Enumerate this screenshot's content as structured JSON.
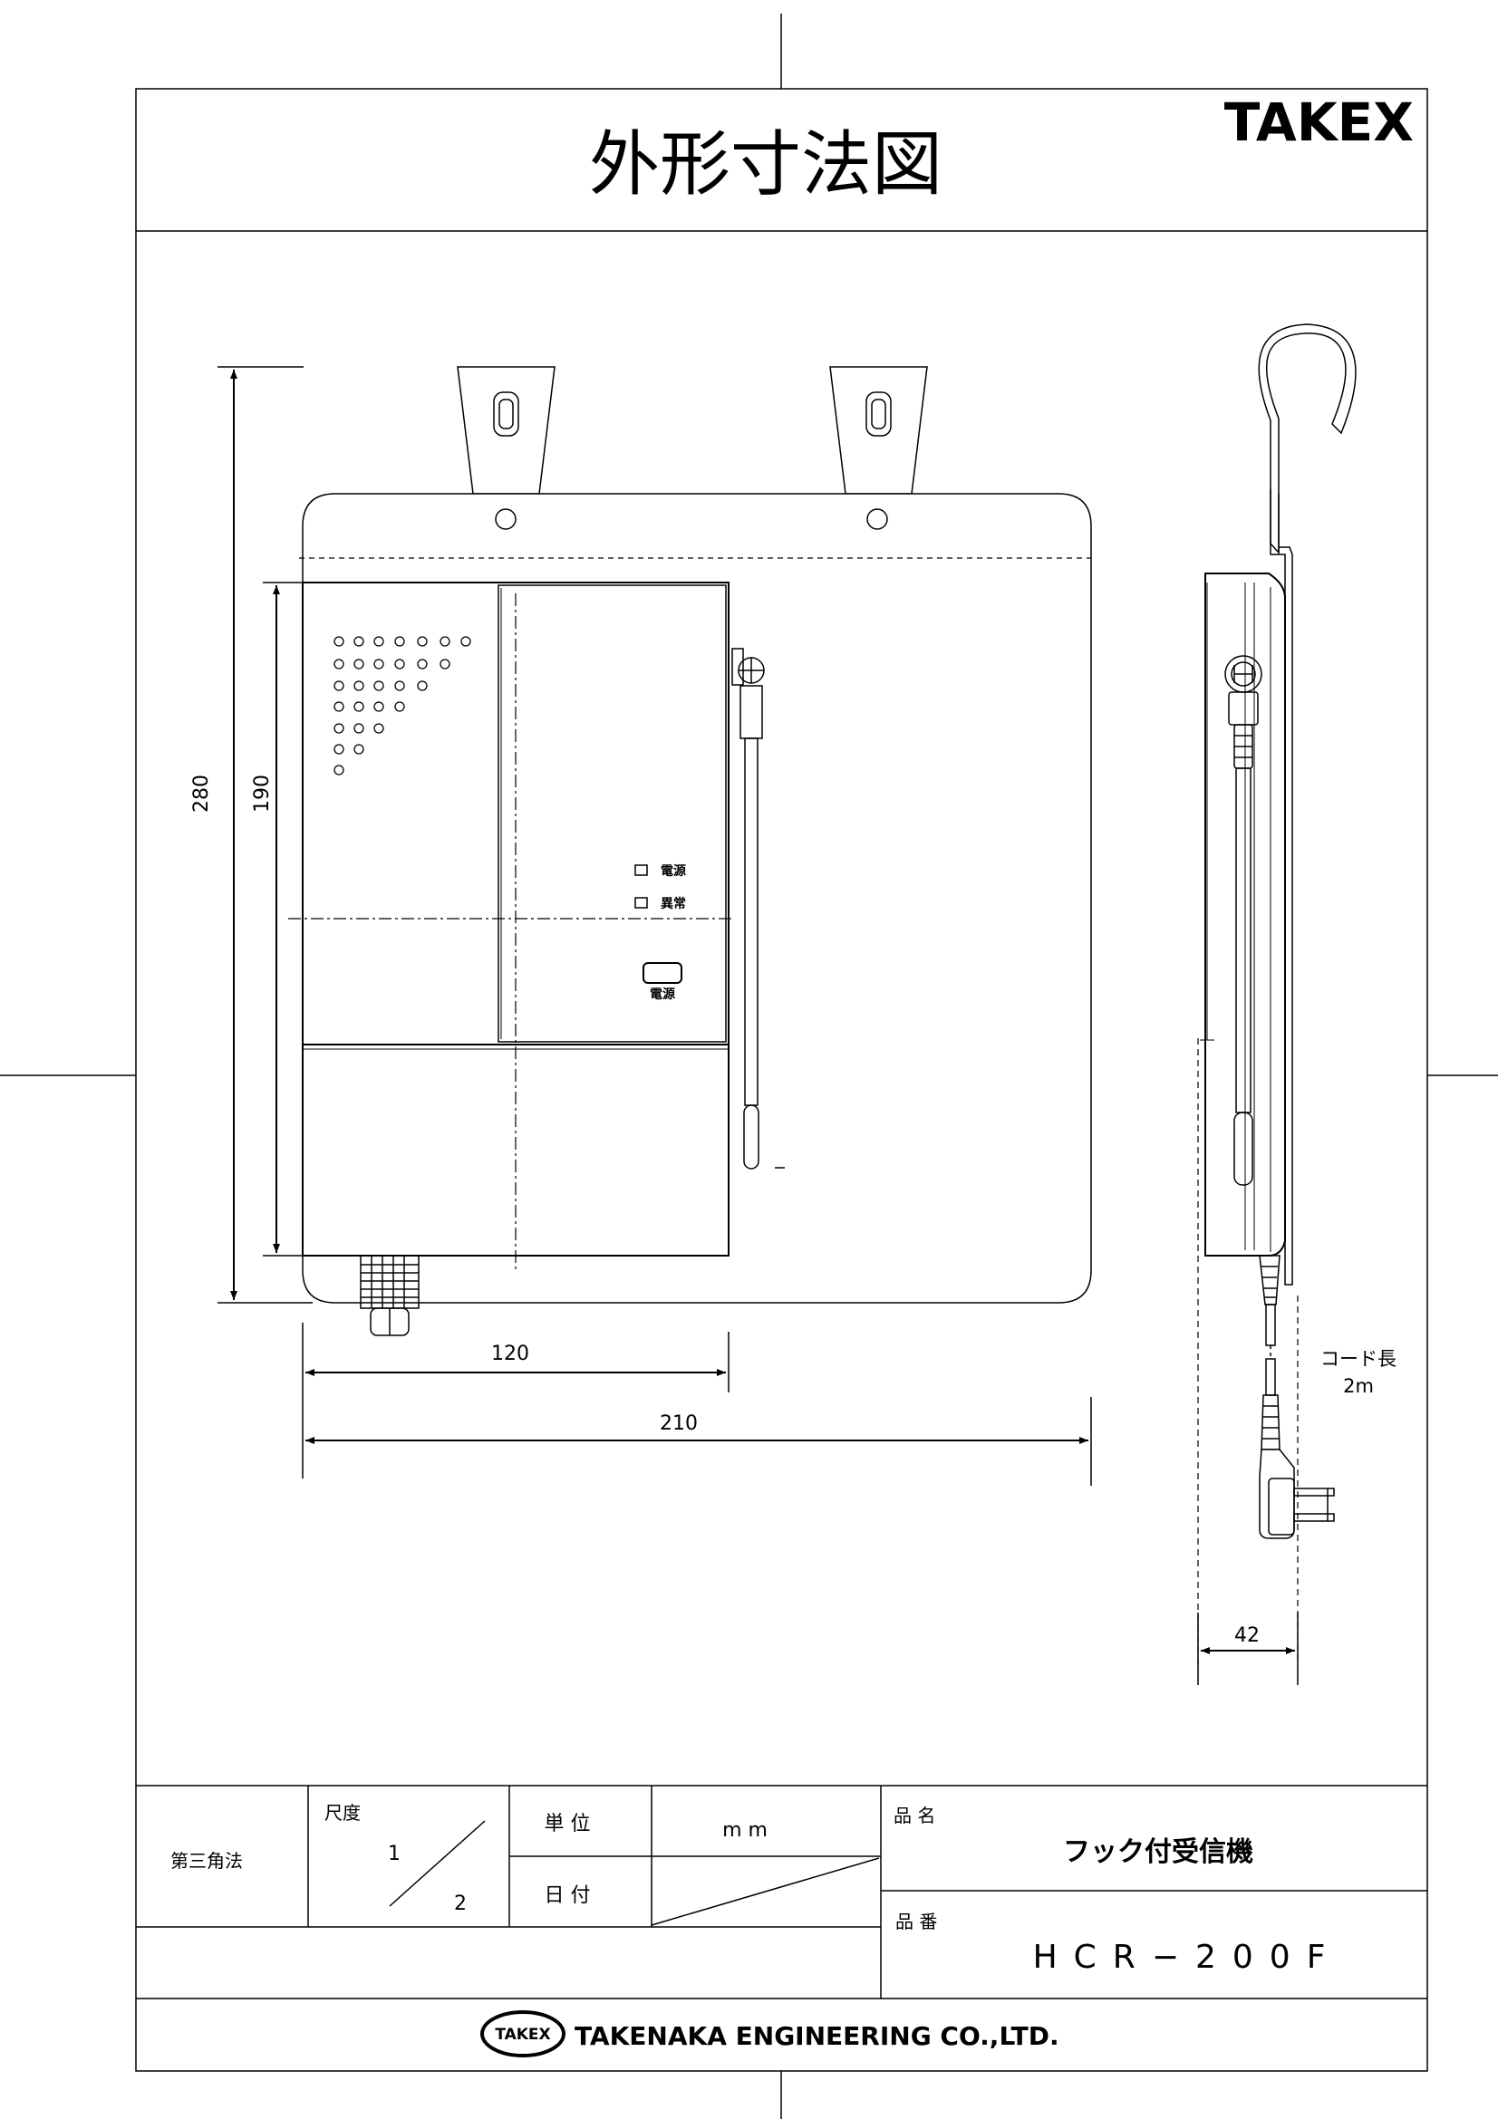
{
  "header": {
    "title": "外形寸法図",
    "brand": "TAKEX"
  },
  "dimensions": {
    "height_total": "280",
    "height_body": "190",
    "width_body": "120",
    "width_total": "210",
    "depth": "42",
    "cord_label": "コード長",
    "cord_length": "2m"
  },
  "front_panel": {
    "led_power": "電源",
    "led_alarm": "異常",
    "button": "電源"
  },
  "title_block": {
    "projection": "第三角法",
    "scale_label": "尺度",
    "scale_num": "1",
    "scale_den": "2",
    "unit_label": "単 位",
    "unit_value": "m m",
    "date_label": "日 付",
    "product_name_label": "品 名",
    "product_name": "フック付受信機",
    "product_no_label": "品 番",
    "product_no": "HCR−200F",
    "company_logo": "TAKEX",
    "company": "TAKENAKA ENGINEERING CO.,LTD."
  }
}
